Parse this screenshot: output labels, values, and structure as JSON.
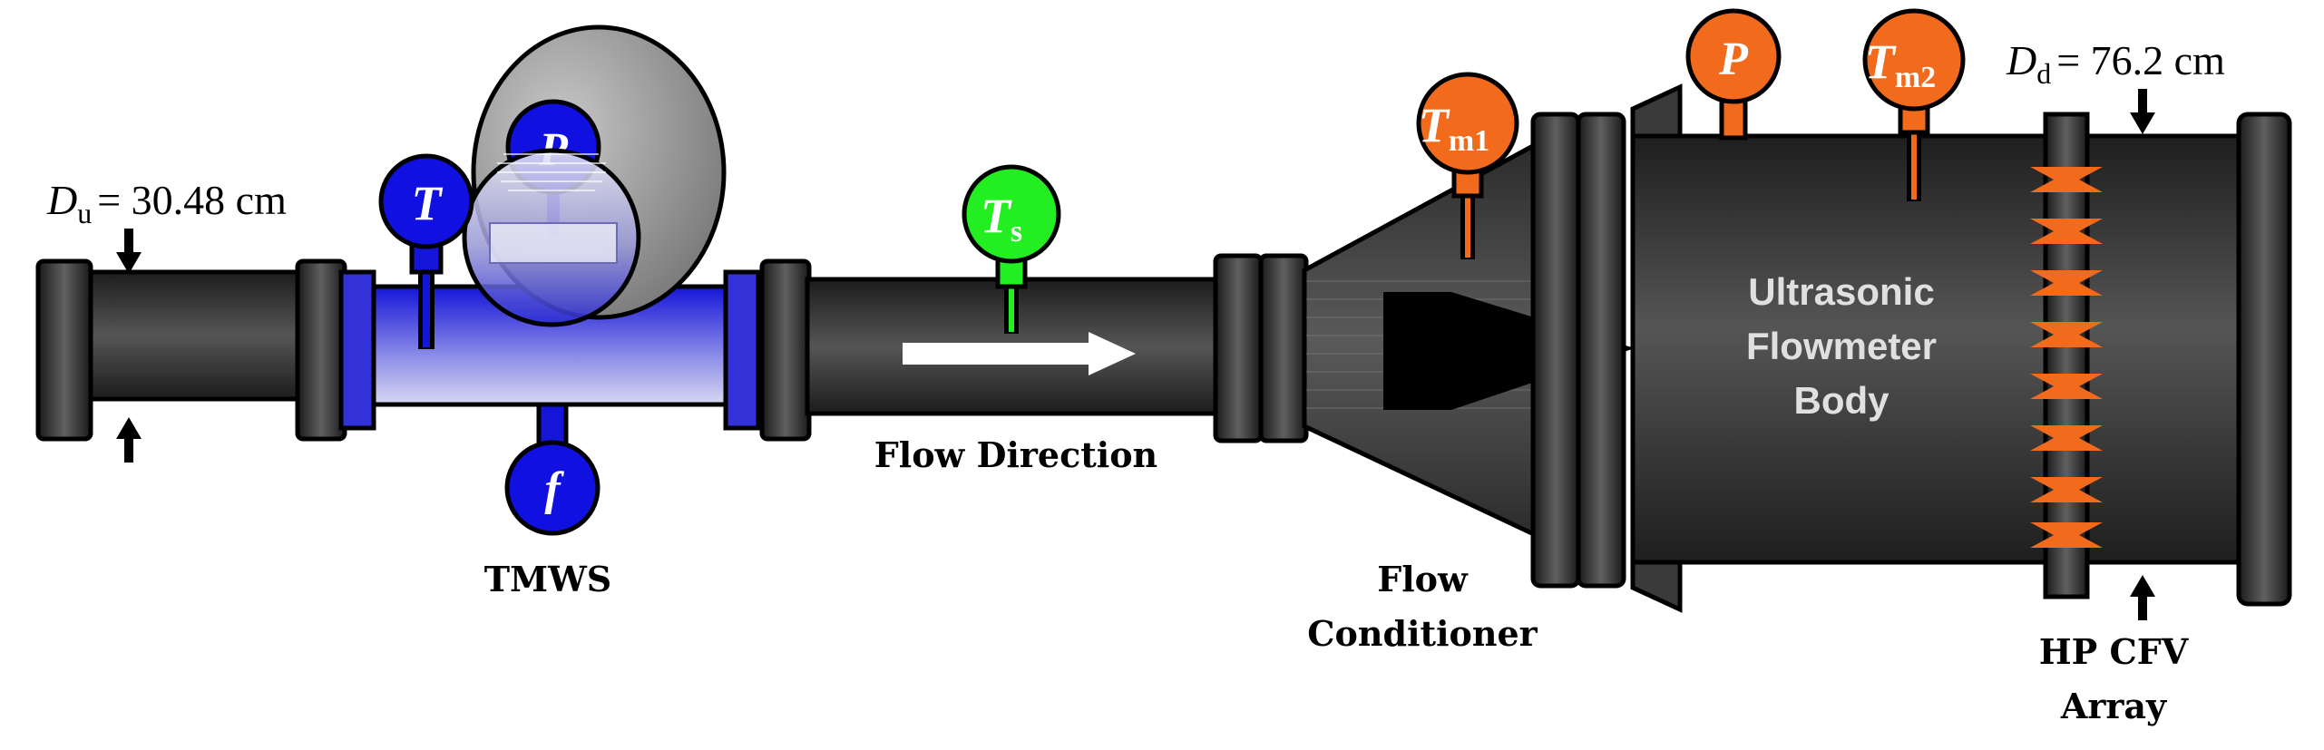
{
  "diagram": {
    "dims": {
      "upstream_var": "D",
      "upstream_sub": "u",
      "upstream_value": "= 30.48 cm",
      "downstream_var": "D",
      "downstream_sub": "d",
      "downstream_value": "= 76.2 cm"
    },
    "sensors": {
      "tmws_temp": "T",
      "tmws_pressure": "P",
      "tmws_freq": "f",
      "ts_var": "T",
      "ts_sub": "s",
      "tm1_var": "T",
      "tm1_sub": "m1",
      "p_meter": "P",
      "tm2_var": "T",
      "tm2_sub": "m2"
    },
    "labels": {
      "tmws": "TMWS",
      "flow_direction": "Flow Direction",
      "flow_conditioner_line1": "Flow",
      "flow_conditioner_line2": "Conditioner",
      "ufm_line1": "Ultrasonic",
      "ufm_line2": "Flowmeter",
      "ufm_line3": "Body",
      "cfv_line1": "HP CFV",
      "cfv_line2": "Array"
    },
    "colors": {
      "pipe": "#4a4a4a",
      "sensor_blue": "#1010e0",
      "sensor_green": "#22ee22",
      "sensor_orange": "#f26a1b",
      "flow_arrow": "#ffffff"
    }
  }
}
